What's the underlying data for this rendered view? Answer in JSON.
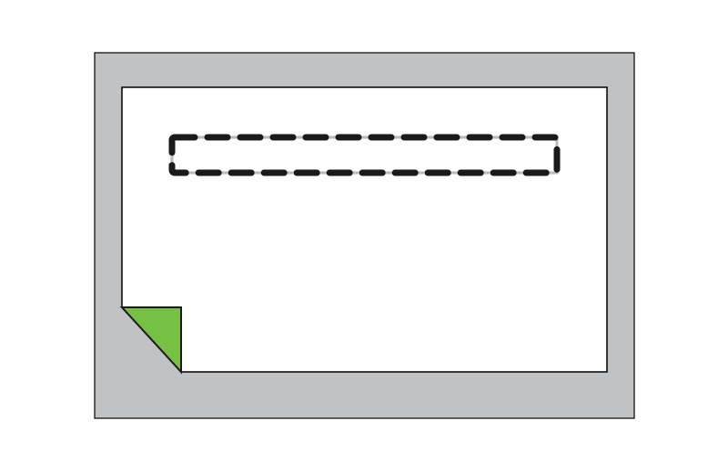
{
  "colors": {
    "background": "#ffffff",
    "outer_frame": "#c1c2c4",
    "page": "#ffffff",
    "folded_corner": "#76c043",
    "outline": "#000000",
    "dash_guide": "#b9babc",
    "dash": "#1a1a1a"
  },
  "shapes": [
    "outer-frame",
    "page-with-folded-corner",
    "folded-corner-flap",
    "dashed-selection-box"
  ]
}
